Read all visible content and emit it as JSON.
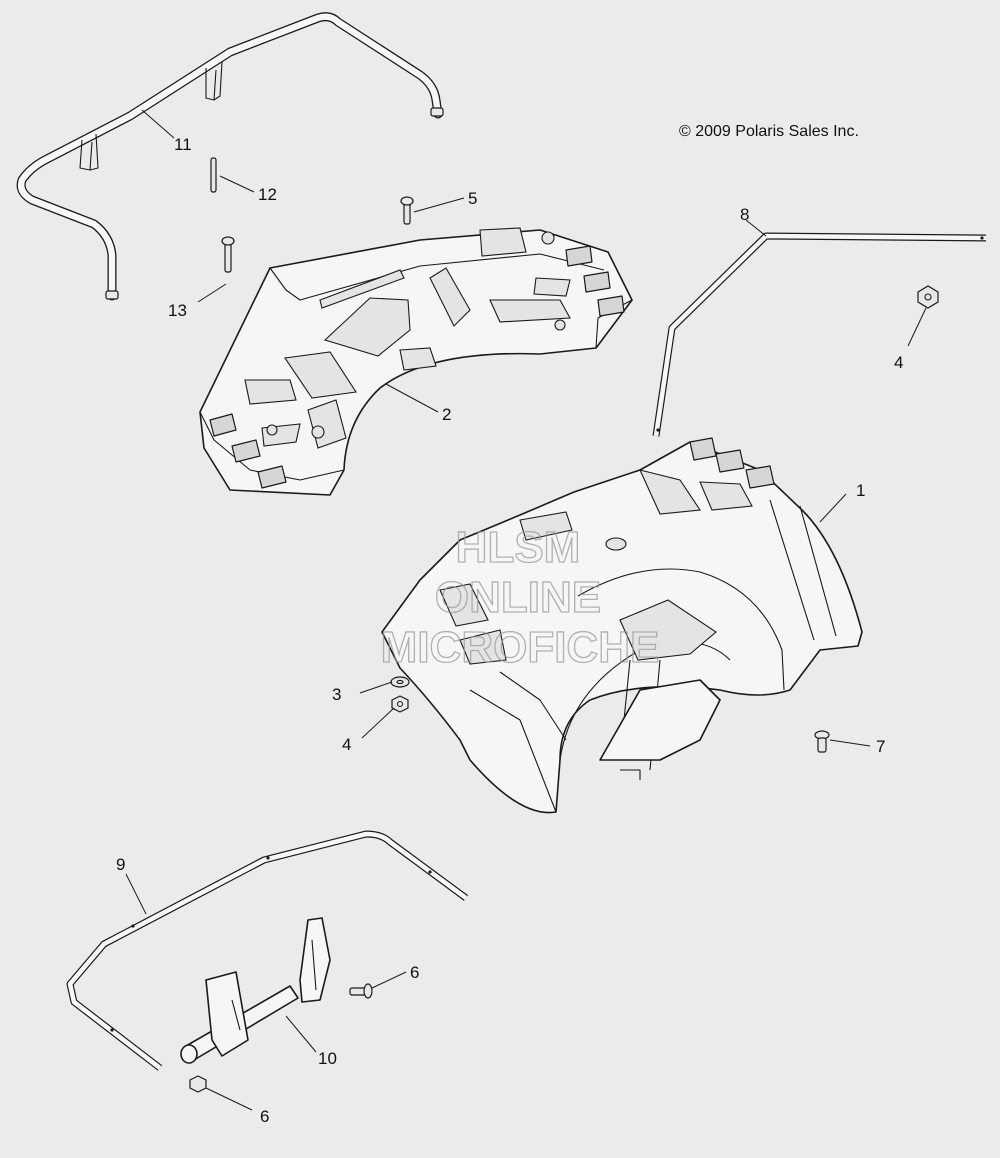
{
  "copyright": "© 2009 Polaris Sales Inc.",
  "watermark": {
    "line1": "HLSM",
    "line2": "ONLINE",
    "line3": "MICROFICHE"
  },
  "callouts": {
    "c1": "1",
    "c2": "2",
    "c3": "3",
    "c4a": "4",
    "c4b": "4",
    "c5": "5",
    "c6a": "6",
    "c6b": "6",
    "c7": "7",
    "c8": "8",
    "c9": "9",
    "c10": "10",
    "c11": "11",
    "c12": "12",
    "c13": "13"
  },
  "colors": {
    "background": "#ebebeb",
    "line": "#1a1a1a",
    "part_fill": "#f6f6f6",
    "watermark": "#9a9a9a"
  }
}
